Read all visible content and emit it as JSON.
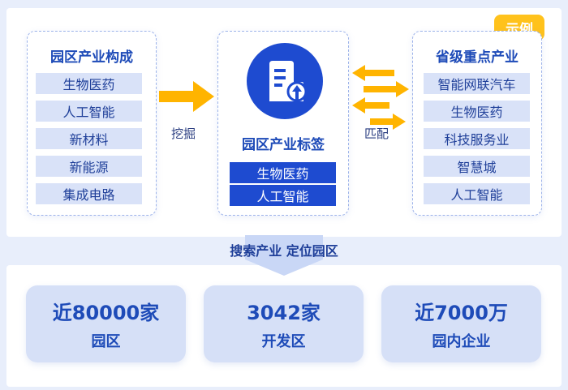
{
  "badge": "示例",
  "park_composition": {
    "title": "园区产业构成",
    "items": [
      "生物医药",
      "人工智能",
      "新材料",
      "新能源",
      "集成电路"
    ]
  },
  "mine_label": "挖掘",
  "park_tags": {
    "title": "园区产业标签",
    "items": [
      "生物医药",
      "人工智能"
    ]
  },
  "match_label": "匹配",
  "provincial": {
    "title": "省级重点产业",
    "items": [
      "智能网联汽车",
      "生物医药",
      "科技服务业",
      "智慧城",
      "人工智能"
    ]
  },
  "search_label": "搜索产业 定位园区",
  "stats": [
    {
      "value": "近80000家",
      "label": "园区"
    },
    {
      "value": "3042家",
      "label": "开发区"
    },
    {
      "value": "近7000万",
      "label": "园内企业"
    }
  ],
  "colors": {
    "accent_blue": "#1e4bd0",
    "arrow_yellow": "#ffb400",
    "light_blue": "#d9e2f8"
  }
}
